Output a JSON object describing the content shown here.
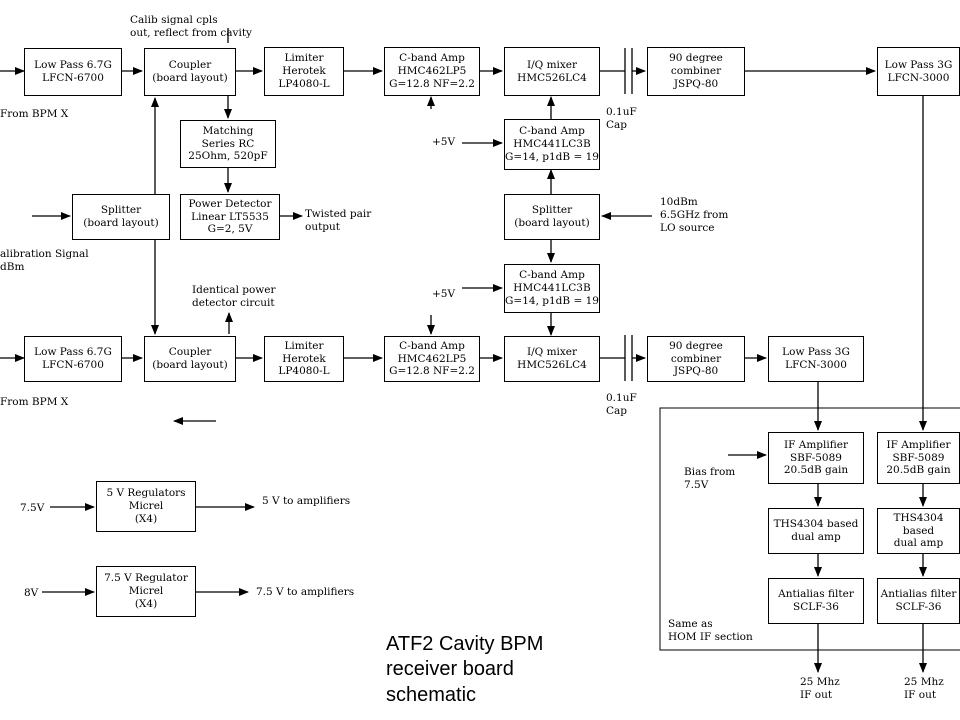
{
  "title": "ATF2 Cavity BPM\nreceiver board\nschematic",
  "blocks": {
    "lp67_top": "Low Pass 6.7G\nLFCN-6700",
    "coupler_top": "Coupler\n(board layout)",
    "limiter_top": "Limiter\nHerotek\nLP4080-L",
    "amp462_top": "C-band Amp\nHMC462LP5\nG=12.8 NF=2.2",
    "iq_top": "I/Q mixer\nHMC526LC4",
    "comb_top": "90 degree\ncombiner\nJSPQ-80",
    "lp3_top": "Low Pass 3G\nLFCN-3000",
    "matching": "Matching\nSeries RC\n25Ohm, 520pF",
    "power_det": "Power Detector\nLinear LT5535\nG=2, 5V",
    "splitter_left": "Splitter\n(board layout)",
    "amp441_top": "C-band Amp\nHMC441LC3B\nG=14, p1dB = 19",
    "splitter_mid": "Splitter\n(board layout)",
    "amp441_bot": "C-band Amp\nHMC441LC3B\nG=14, p1dB = 19",
    "lp67_bot": "Low Pass 6.7G\nLFCN-6700",
    "coupler_bot": "Coupler\n(board layout)",
    "limiter_bot": "Limiter\nHerotek\nLP4080-L",
    "amp462_bot": "C-band Amp\nHMC462LP5\nG=12.8 NF=2.2",
    "iq_bot": "I/Q mixer\nHMC526LC4",
    "comb_bot": "90 degree\ncombiner\nJSPQ-80",
    "lp3_bot": "Low Pass 3G\nLFCN-3000",
    "if_amp_1": "IF Amplifier\nSBF-5089\n20.5dB gain",
    "if_amp_2": "IF Amplifier\nSBF-5089\n20.5dB gain",
    "ths_1": "THS4304 based\ndual amp",
    "ths_2": "THS4304 based\ndual amp",
    "aa_1": "Antialias filter\nSCLF-36",
    "aa_2": "Antialias filter\nSCLF-36",
    "reg5": "5 V Regulators\nMicrel\n(X4)",
    "reg75": "7.5 V Regulator\nMicrel\n(X4)"
  },
  "labels": {
    "calib_cpls": "Calib signal cpls\nout, reflect from cavity",
    "from_bpm_top": "From BPM X",
    "from_bpm_bot": "From BPM X",
    "calibration_signal": "alibration Signal\n dBm",
    "twisted_pair": "Twisted pair\noutput",
    "identical_power": "Identical power\ndetector circuit",
    "plus5v_1": "+5V",
    "plus5v_2": "+5V",
    "cap_top": "0.1uF\nCap",
    "cap_bot": "0.1uF\nCap",
    "lo_source": "10dBm\n6.5GHz from\nLO source",
    "bias_from": "Bias from\n7.5V",
    "same_as": "Same as\nHOM IF section",
    "if_out_1": "25 Mhz\nIF out",
    "if_out_2": "25 Mhz\nIF out",
    "in_7_5v": "7.5V",
    "in_8v": "8V",
    "out_5v": "5 V to amplifiers",
    "out_7_5v": "7.5 V to amplifiers"
  }
}
